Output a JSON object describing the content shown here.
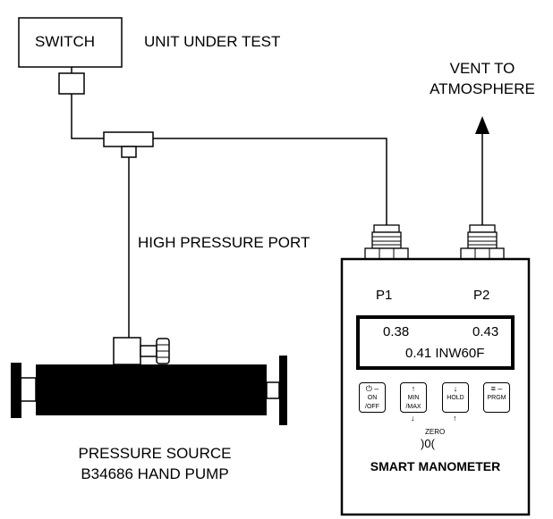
{
  "labels": {
    "switch": "SWITCH",
    "unit_under_test": "UNIT UNDER TEST",
    "vent_line1": "VENT TO",
    "vent_line2": "ATMOSPHERE",
    "high_pressure_port": "HIGH PRESSURE PORT",
    "pressure_source_line1": "PRESSURE SOURCE",
    "pressure_source_line2": "B34686 HAND PUMP"
  },
  "manometer": {
    "port1": "P1",
    "port2": "P2",
    "reading_p1": "0.38",
    "reading_p2": "0.43",
    "reading_diff": "0.41 INW60F",
    "buttons": [
      {
        "icon": "power-icon",
        "label": "ON\n/OFF"
      },
      {
        "icon": "up-arrow-icon",
        "label": "MIN\n/MAX"
      },
      {
        "icon": "down-arrow-icon",
        "label": "HOLD"
      },
      {
        "icon": "sound-icon",
        "label": "PRGM"
      }
    ],
    "zero_label": "ZERO",
    "zero_knob": "0",
    "title": "SMART MANOMETER"
  }
}
